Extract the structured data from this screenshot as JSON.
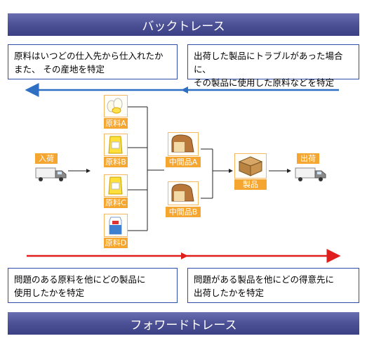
{
  "banners": {
    "top": "バックトレース",
    "bottom": "フォワードトレース"
  },
  "boxes": {
    "top_left": [
      "原料はいつどの仕入先から仕入れたか",
      "また、 その産地を特定"
    ],
    "top_right": [
      "出荷した製品にトラブルがあった場合に、",
      "その製品に使用した原料などを特定"
    ],
    "bottom_left": [
      "問題のある原料を他にどの製品に",
      "使用したかを特定"
    ],
    "bottom_right": [
      "問題がある製品を他にどの得意先に",
      "出荷したかを特定"
    ]
  },
  "nodes": {
    "receiving": "入荷",
    "material_a": "原料A",
    "material_b": "原料B",
    "material_c": "原料C",
    "material_d": "原料D",
    "intermediate_a": "中間品A",
    "intermediate_b": "中間品B",
    "product": "製品",
    "shipping": "出荷"
  },
  "colors": {
    "backtrace_arrow": "#2e6fc4",
    "forward_arrow": "#e01e1e",
    "label_bg": "#f5a631",
    "banner": "#4e5398"
  },
  "icons": {
    "receiving": "truck-icon",
    "material_a": "eggs-icon",
    "material_b": "flour-bag-icon",
    "material_c": "flour-bag-icon",
    "material_d": "milk-carton-icon",
    "intermediate_a": "bread-loaf-icon",
    "intermediate_b": "bread-loaf-icon",
    "product": "cardboard-box-icon",
    "shipping": "truck-icon"
  }
}
